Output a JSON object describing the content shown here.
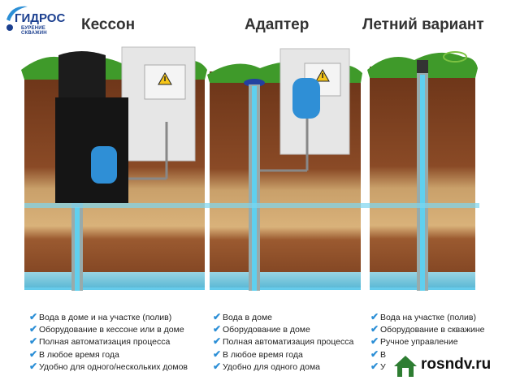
{
  "logo": {
    "name": "ГИДРОС",
    "tagline": "БУРЕНИЕ СКВАЖИН"
  },
  "columns": [
    {
      "title": "Кессон",
      "features": [
        "Вода в доме и на участке (полив)",
        "Оборудование в кессоне или в доме",
        "Полная автоматизация процесса",
        "В любое время года",
        "Удобно для одного/нескольких домов"
      ]
    },
    {
      "title": "Адаптер",
      "features": [
        "Вода в доме",
        "Оборудование в доме",
        "Полная автоматизация процесса",
        "В любое время года",
        "Удобно для одного дома"
      ]
    },
    {
      "title": "Летний вариант",
      "features": [
        "Вода на участке (полив)",
        "Оборудование в скважине",
        "Ручное управление",
        "В",
        "У"
      ]
    }
  ],
  "watermark": {
    "text": "rosndv.ru"
  },
  "colors": {
    "grass": "#3f9a2a",
    "soil_dark": "#7a3f1f",
    "sand": "#d9b27a",
    "water": "#4fc3e8",
    "tank": "#2f8fd6",
    "check": "#2c8fd6"
  },
  "icons": [
    "check-icon",
    "warning-icon",
    "house-icon"
  ]
}
